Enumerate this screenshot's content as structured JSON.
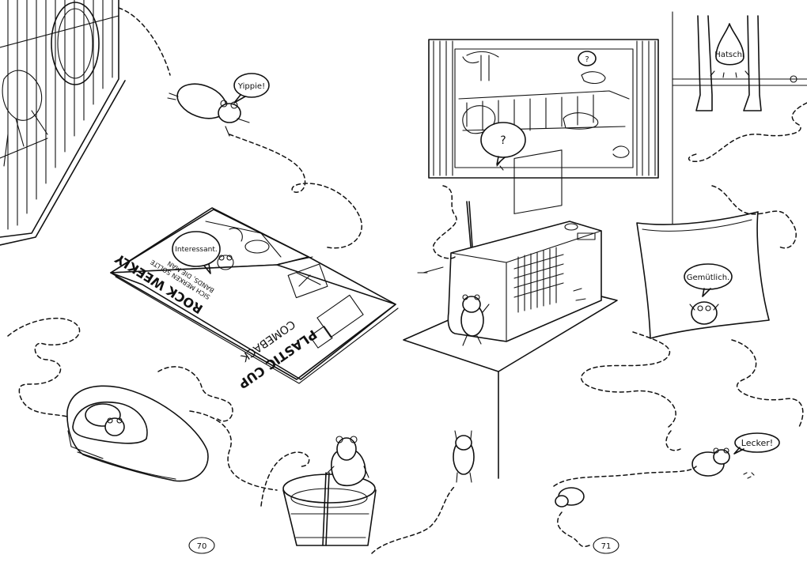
{
  "speech": {
    "yippie": "Yippie!",
    "interessant": "Interessant.",
    "hatschi": "Hatschi",
    "gemuetlich": "Gemütlich.",
    "lecker": "Lecker!",
    "question_small": "?",
    "question_large": "?"
  },
  "newspaper": {
    "masthead": "ROCK WEEKLY",
    "subhead_line1": "BANDS, DIE MAN",
    "subhead_line2": "SICH MERKEN SOLLTE",
    "headline_1": "PLASTIC CUP",
    "headline_2": "COMEBACK"
  },
  "pages": {
    "left": "70",
    "right": "71"
  }
}
